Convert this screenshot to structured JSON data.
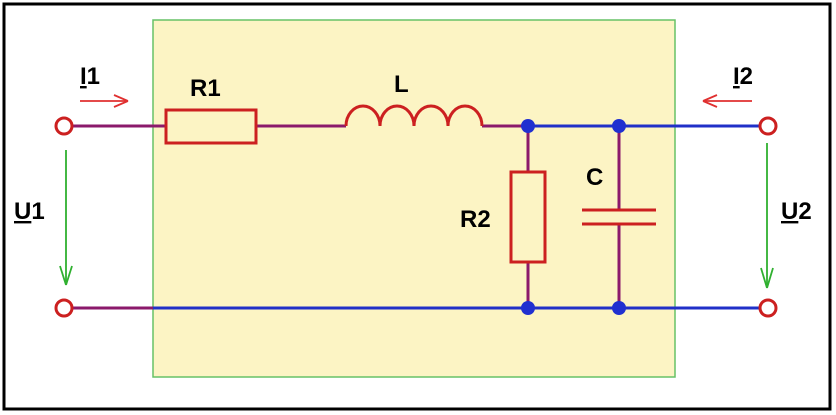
{
  "diagram": {
    "type": "circuit",
    "description_labels": {
      "r1": "R1",
      "l": "L",
      "r2": "R2",
      "c": "C",
      "i1_prefix": "I",
      "i1_suffix": "1",
      "i2_prefix": "I",
      "i2_suffix": "2",
      "u1_prefix": "U",
      "u1_suffix": "1",
      "u2_prefix": "U",
      "u2_suffix": "2"
    },
    "colors": {
      "background": "#ffffff",
      "frame": "#000000",
      "box_fill": "#fcf4c4",
      "box_border": "#66c266",
      "wire_outer": "#8b1a6b",
      "wire_inner": "#2030c8",
      "component": "#cc2020",
      "terminal": "#cc2020",
      "node": "#2030d0",
      "current_arrow": "#e03030",
      "voltage_arrow": "#30b030"
    }
  }
}
